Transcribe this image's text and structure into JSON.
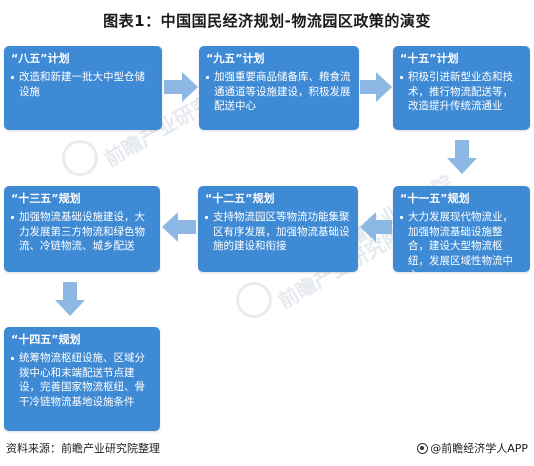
{
  "title": "图表1：中国国民经济规划-物流园区政策的演变",
  "cards": [
    {
      "head": "“八五”计划",
      "desc": "改造和新建一批大中型仓储设施"
    },
    {
      "head": "“九五”计划",
      "desc": "加强重要商品储备库、粮食流通通道等设施建设，积极发展配送中心"
    },
    {
      "head": "“十五”计划",
      "desc": "积极引进新型业态和技术，推行物流配送等，改造提升传统流通业"
    },
    {
      "head": "“十一五”规划",
      "desc": "大力发展现代物流业，加强物流基础设施整合，建设大型物流枢纽，发展区域性物流中心"
    },
    {
      "head": "“十二五”规划",
      "desc": "支持物流园区等物流功能集聚区有序发展，加强物流基础设施的建设和衔接"
    },
    {
      "head": "“十三五”规划",
      "desc": "加强物流基础设施建设，大力发展第三方物流和绿色物流、冷链物流、城乡配送"
    },
    {
      "head": "“十四五”规划",
      "desc": "统筹物流枢纽设施、区域分拨中心和末端配送节点建设，完善国家物流枢纽、骨干冷链物流基地设施条件"
    }
  ],
  "watermark": "前瞻产业研究院",
  "footer": {
    "source": "资料来源：前瞻产业研究院整理",
    "brand": "@前瞻经济学人APP"
  }
}
